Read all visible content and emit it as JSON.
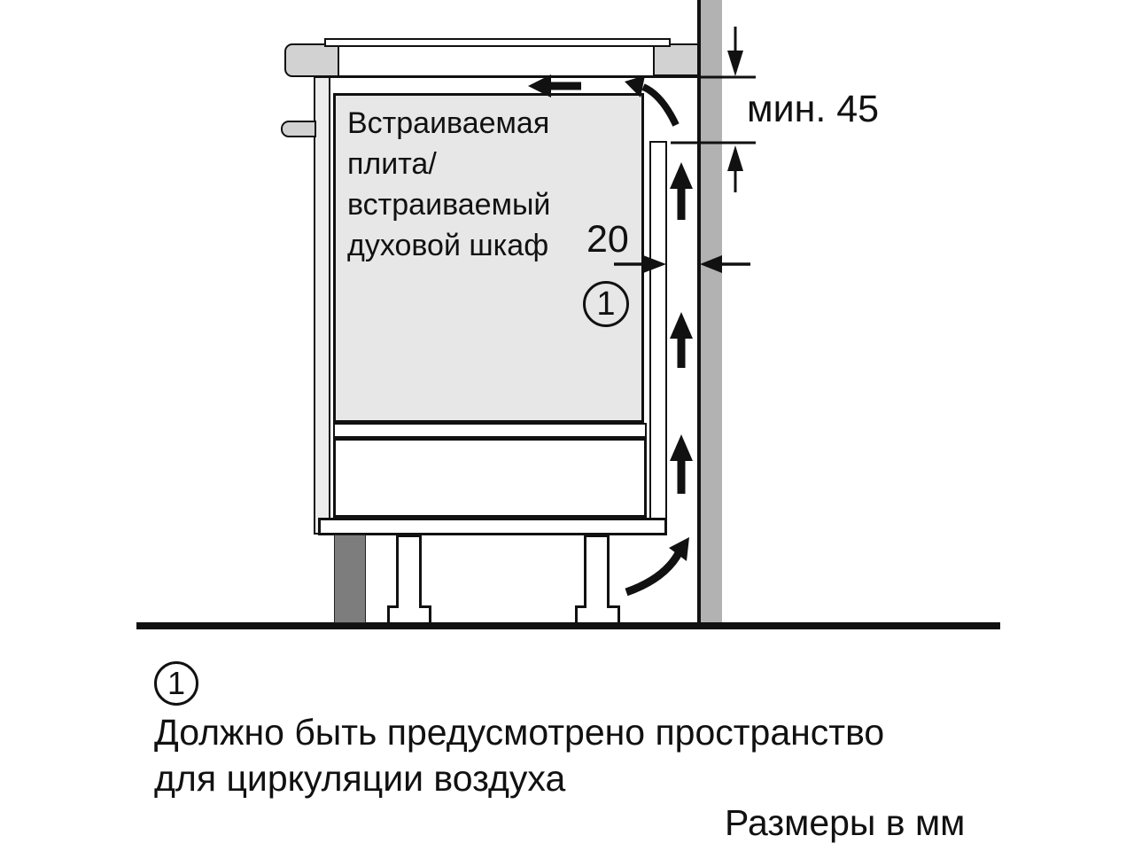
{
  "diagram": {
    "appliance_label": "Встраиваемая\nплита/\nвстраиваемый\nдуховой шкаф",
    "rear_gap_dimension": "20",
    "top_clearance_dimension": "мин. 45",
    "callout_marker": "1",
    "colors": {
      "oven_fill": "#e7e7e7",
      "countertop_fill": "#d2d2d2",
      "frame_fill": "#ececec",
      "wall_fill": "#b2b2b2",
      "plinth_fill": "#7d7d7d",
      "line_color": "#111111"
    }
  },
  "footnote": {
    "marker": "1",
    "text": "Должно быть предусмотрено пространство\nдля циркуляции воздуха"
  },
  "units_note": "Размеры в мм"
}
